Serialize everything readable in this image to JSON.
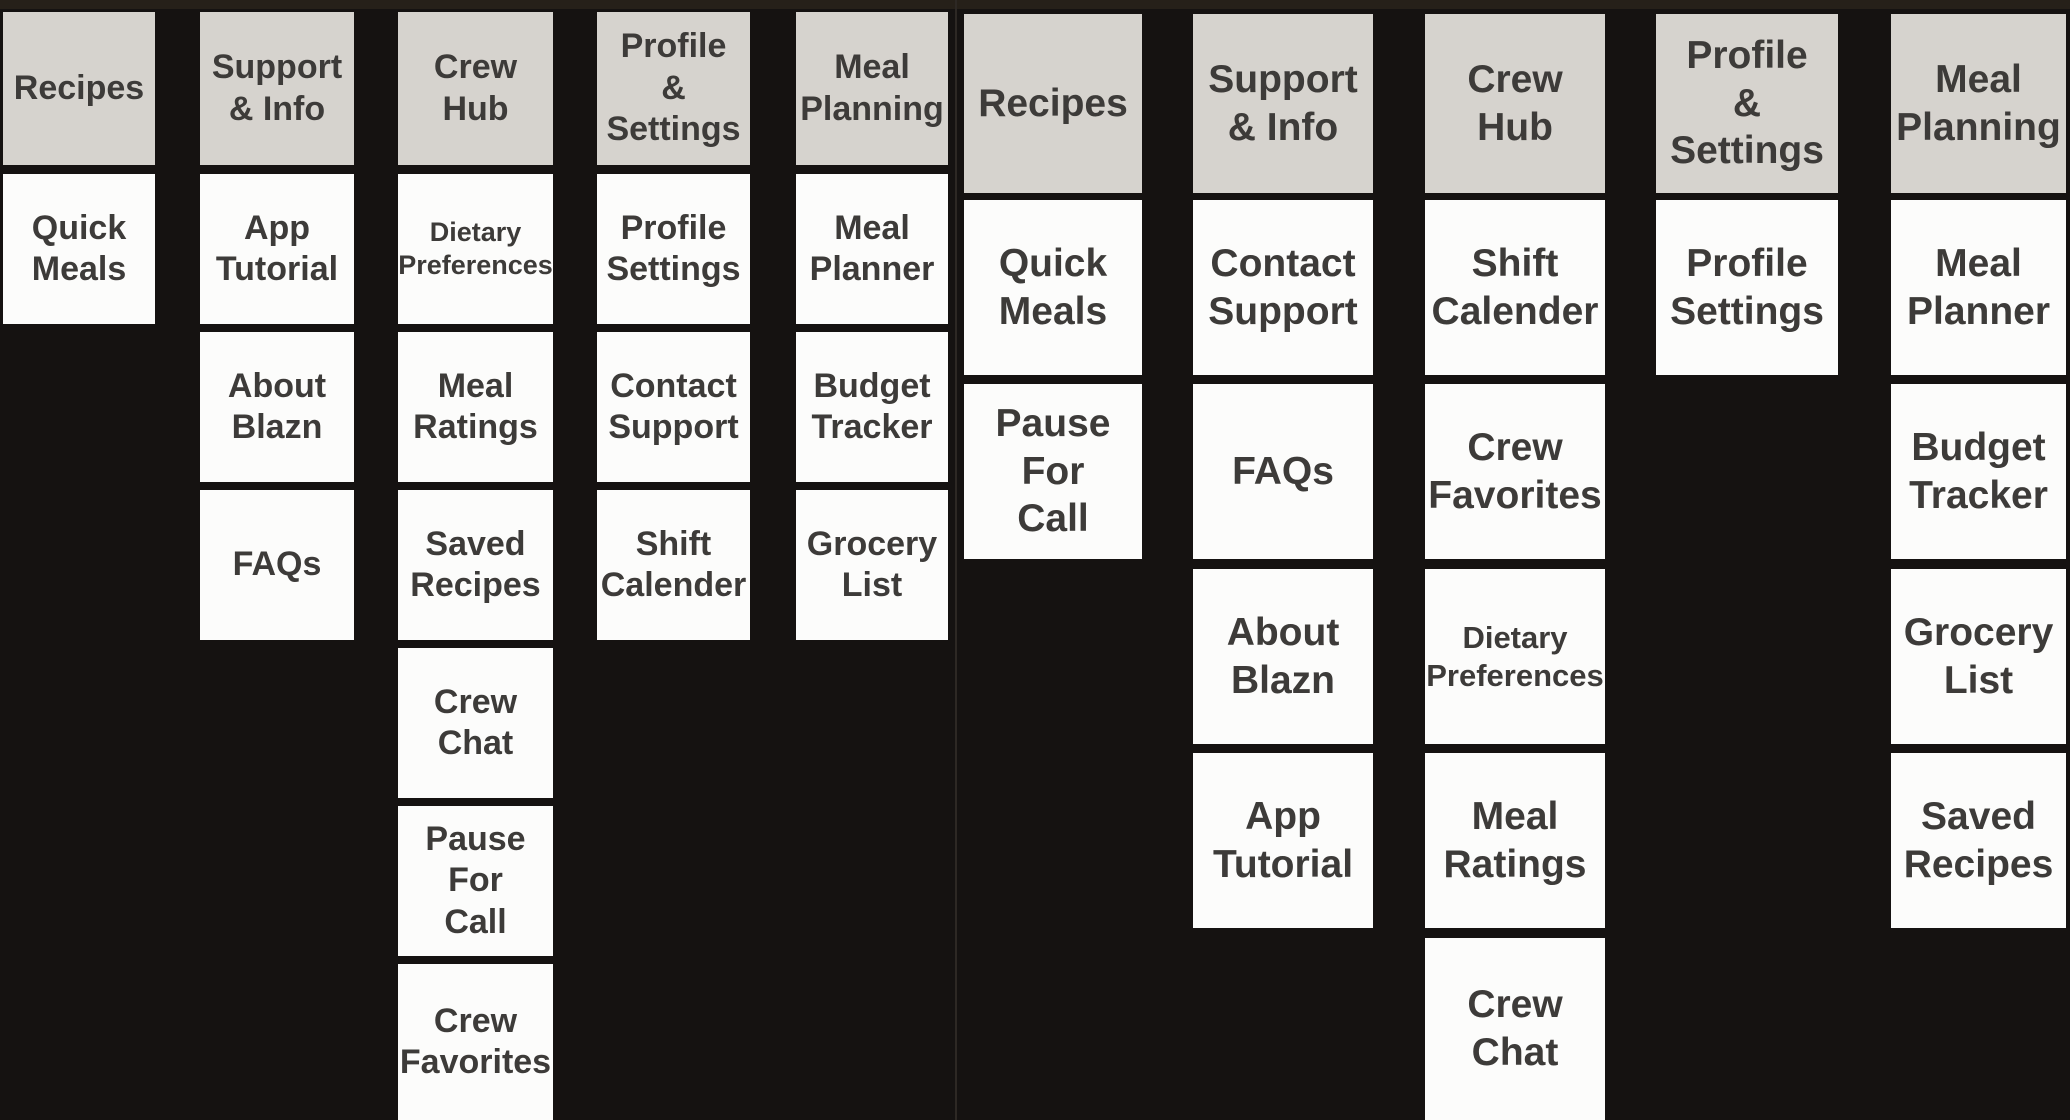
{
  "colors": {
    "background": "#151211",
    "header_fill": "#d6d3ce",
    "card_fill": "#fcfcfb",
    "text": "#3d3b39",
    "seam_line": "#2d2824"
  },
  "diagram": {
    "left": {
      "columns": [
        {
          "header": "Recipes",
          "items": [
            "Quick\nMeals"
          ]
        },
        {
          "header": "Support\n& Info",
          "items": [
            "App\nTutorial",
            "About\nBlazn",
            "FAQs"
          ]
        },
        {
          "header": "Crew Hub",
          "items": [
            "Dietary\nPreferences",
            "Meal\nRatings",
            "Saved\nRecipes",
            "Crew\nChat",
            "Pause For\nCall",
            "Crew\nFavorites"
          ]
        },
        {
          "header": "Profile\n& Settings",
          "items": [
            "Profile\nSettings",
            "Contact\nSupport",
            "Shift\nCalender"
          ]
        },
        {
          "header": "Meal\nPlanning",
          "items": [
            "Meal\nPlanner",
            "Budget\nTracker",
            "Grocery\nList"
          ]
        }
      ]
    },
    "right": {
      "columns": [
        {
          "header": "Recipes",
          "items": [
            "Quick\nMeals",
            "Pause For\nCall"
          ]
        },
        {
          "header": "Support\n& Info",
          "items": [
            "Contact\nSupport",
            "FAQs",
            "About\nBlazn",
            "App\nTutorial"
          ]
        },
        {
          "header": "Crew Hub",
          "items": [
            "Shift\nCalender",
            "Crew\nFavorites",
            "Dietary\nPreferences",
            "Meal\nRatings",
            "Crew\nChat"
          ]
        },
        {
          "header": "Profile\n& Settings",
          "items": [
            "Profile\nSettings"
          ]
        },
        {
          "header": "Meal\nPlanning",
          "items": [
            "Meal\nPlanner",
            "Budget\nTracker",
            "Grocery\nList",
            "Saved\nRecipes"
          ]
        }
      ]
    }
  }
}
